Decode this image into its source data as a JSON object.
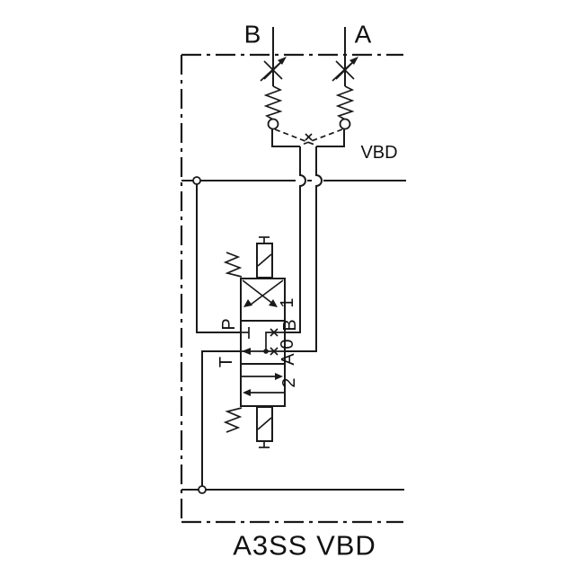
{
  "schematic": {
    "top_ports": {
      "b": "B",
      "a": "A"
    },
    "assembly_label": "VBD",
    "valve": {
      "positions": {
        "p1": "1",
        "p0": "0",
        "p2": "2"
      },
      "ports": {
        "p": "P",
        "t": "T",
        "b": "B",
        "a": "A"
      }
    },
    "caption": "A3SS VBD",
    "colors": {
      "line": "#1a1a1a",
      "background": "#ffffff"
    }
  }
}
